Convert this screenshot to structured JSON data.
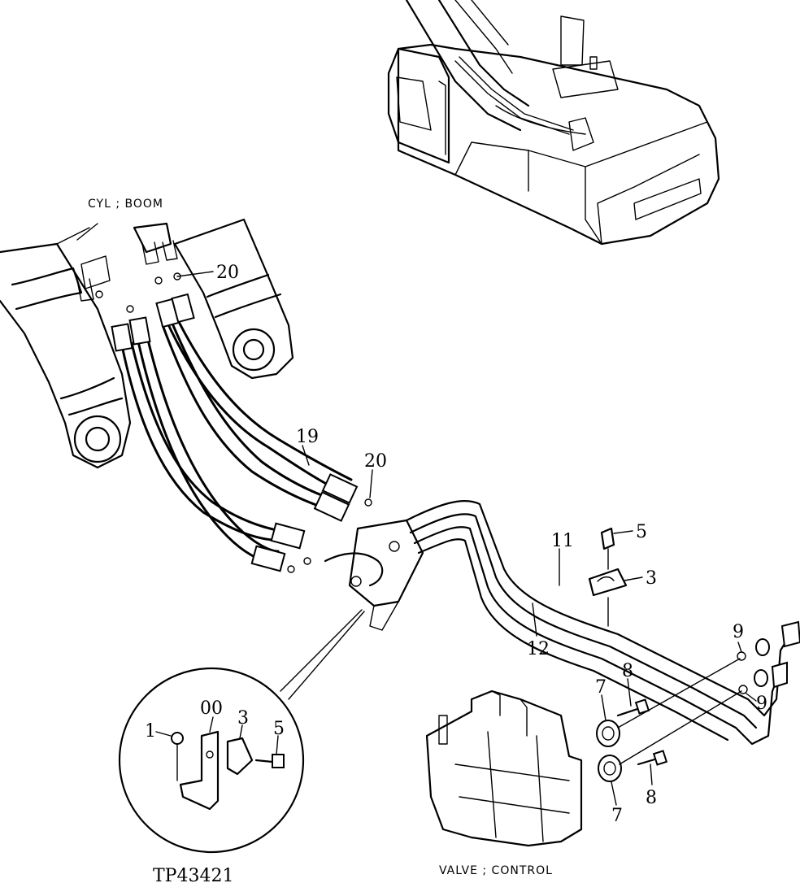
{
  "labels": {
    "cyl_boom": "CYL ; BOOM",
    "valve_control": "VALVE ; CONTROL",
    "figure_id": "TP43421"
  },
  "callouts": {
    "c20_top": "20",
    "c19": "19",
    "c20_mid": "20",
    "c11": "11",
    "c12": "12",
    "c5_right": "5",
    "c3_right": "3",
    "c9_top": "9",
    "c9_bottom": "9",
    "c8_top": "8",
    "c7_top": "7",
    "c8_bottom": "8",
    "c7_bottom": "7",
    "c1_detail": "1",
    "c00_detail": "00",
    "c3_detail": "3",
    "c5_detail": "5"
  }
}
